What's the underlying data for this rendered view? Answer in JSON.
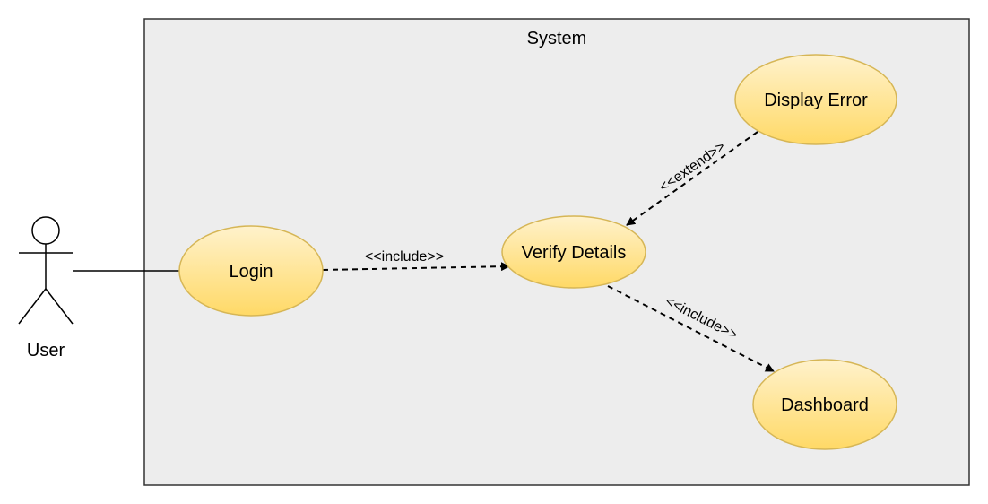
{
  "system": {
    "title": "System"
  },
  "actor": {
    "name": "User"
  },
  "use_cases": {
    "login": "Login",
    "verify": "Verify Details",
    "display_error": "Display Error",
    "dashboard": "Dashboard"
  },
  "relations": {
    "login_verify": "<<include>>",
    "error_verify": "<<extend>>",
    "verify_dashboard": "<<include>>"
  },
  "colors": {
    "system_fill": "#ededed",
    "system_stroke": "#333333",
    "usecase_fill_top": "#fff2cc",
    "usecase_fill_bottom": "#ffd966",
    "usecase_stroke": "#d6b656"
  }
}
